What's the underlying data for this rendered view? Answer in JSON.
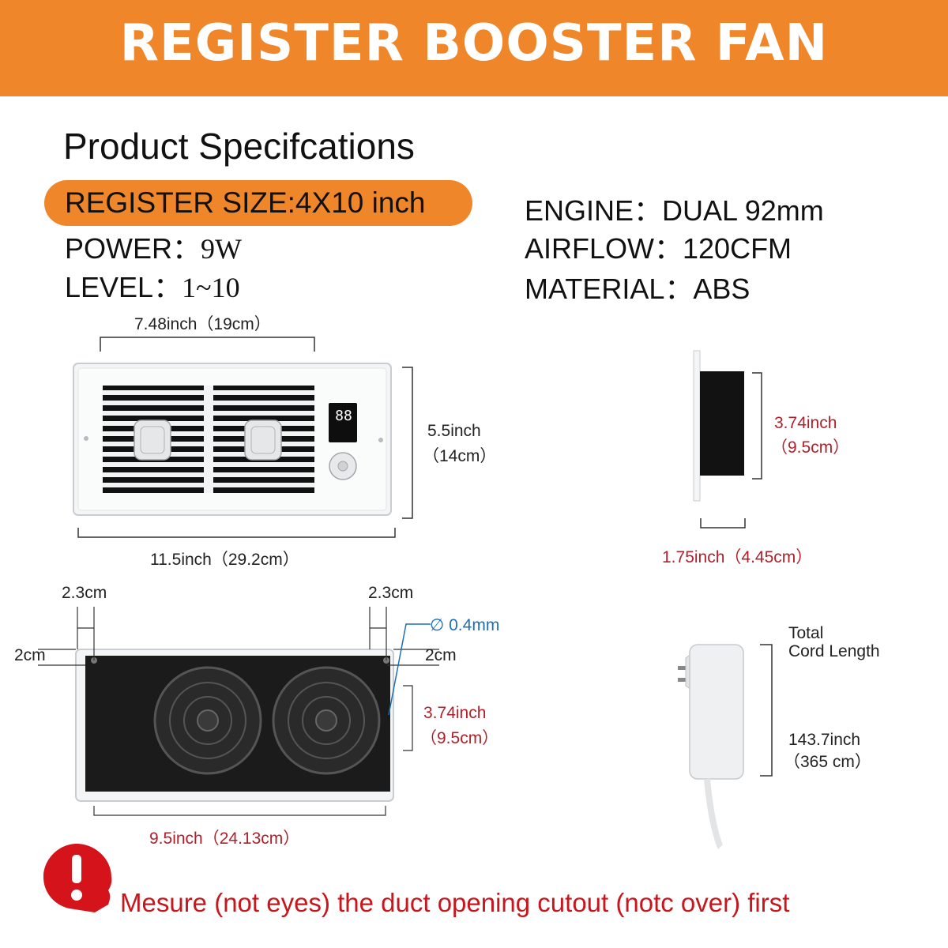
{
  "banner": {
    "title": "REGISTER BOOSTER FAN",
    "color": "#f0862a"
  },
  "specs": {
    "heading": "Product Specifcations",
    "register_size": "REGISTER SIZE:4X10 inch",
    "power_label": "POWER：",
    "power_value": "9W",
    "level_label": "LEVEL：",
    "level_value": "1~10",
    "engine": "ENGINE：DUAL 92mm",
    "airflow": "AIRFLOW：120CFM",
    "material": "MATERIAL：ABS"
  },
  "front_view": {
    "grille_width": "7.48inch（19cm）",
    "height_inch": "5.5inch",
    "height_cm": "（14cm）",
    "overall_width": "11.5inch（29.2cm）",
    "display_digits": "88"
  },
  "side_view": {
    "height_inch": "3.74inch",
    "height_cm": "（9.5cm）",
    "depth": "1.75inch（4.45cm）"
  },
  "rear_view": {
    "left_margin": "2.3cm",
    "right_margin": "2.3cm",
    "left_top": "2cm",
    "right_top": "2cm",
    "hole": "∅ 0.4mm",
    "height_inch": "3.74inch",
    "height_cm": "（9.5cm）",
    "width": "9.5inch（24.13cm）"
  },
  "adapter": {
    "cord_label_1": "Total",
    "cord_label_2": "Cord Length",
    "cord_inch": "143.7inch",
    "cord_cm": "（365 cm）"
  },
  "warning": {
    "icon": "exclamation-icon",
    "text": "Mesure (not eyes) the duct opening cutout (notc over) first",
    "color": "#c8161d"
  }
}
